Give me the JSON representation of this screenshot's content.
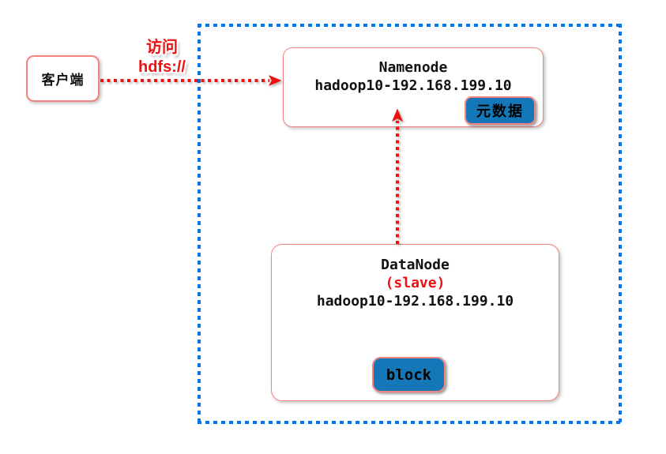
{
  "client": {
    "label": "客户端"
  },
  "access_label": {
    "line1": "访问",
    "line2": "hdfs://"
  },
  "namenode": {
    "title": "Namenode",
    "host": "hadoop10-192.168.199.10",
    "badge": "元数据"
  },
  "datanode": {
    "title": "DataNode",
    "role": "(slave)",
    "host": "hadoop10-192.168.199.10",
    "badge": "block"
  },
  "colors": {
    "frame_blue": "#0b76e3",
    "badge_blue": "#1478b8",
    "arrow_red": "#ee1111",
    "box_border": "#f2837e"
  }
}
